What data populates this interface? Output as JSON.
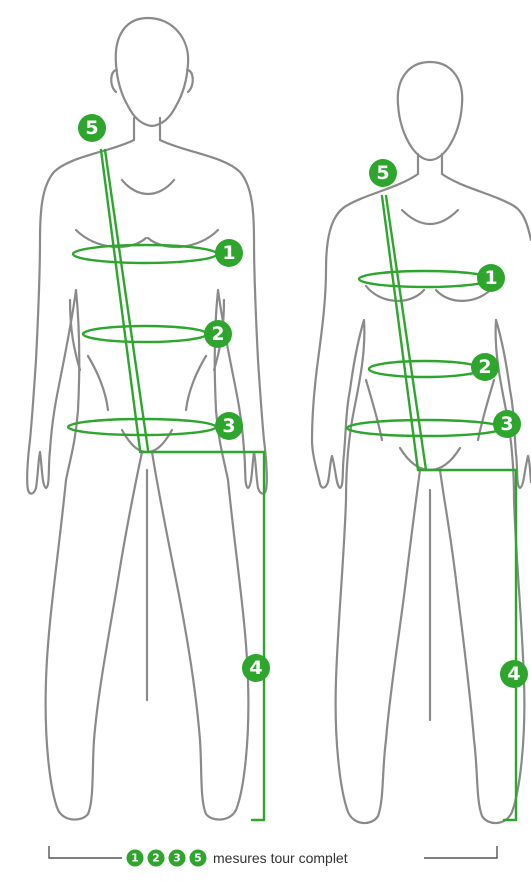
{
  "colors": {
    "accent": "#2ea62e",
    "outline": "#8a8a8a"
  },
  "badges": {
    "chest": "1",
    "waist": "2",
    "hips": "3",
    "inseam": "4",
    "shoulder_diagonal": "5"
  },
  "legend": {
    "numbers": [
      "1",
      "2",
      "3",
      "5"
    ],
    "text": "mesures tour complet"
  }
}
